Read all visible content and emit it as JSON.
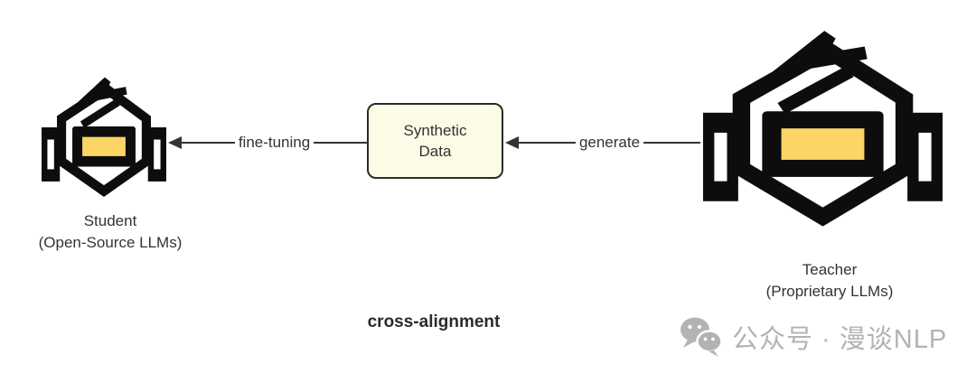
{
  "diagram": {
    "caption": "cross-alignment",
    "nodes": {
      "student": {
        "title": "Student",
        "subtitle": "(Open-Source LLMs)"
      },
      "teacher": {
        "title": "Teacher",
        "subtitle": "(Proprietary LLMs)"
      },
      "synthetic_data": {
        "line1": "Synthetic",
        "line2": "Data"
      }
    },
    "edges": {
      "data_to_student": {
        "label": "fine-tuning",
        "direction": "right-to-left"
      },
      "teacher_to_data": {
        "label": "generate",
        "direction": "right-to-left"
      }
    }
  },
  "watermark": {
    "icon": "wechat-icon",
    "text": "公众号 · 漫谈NLP"
  },
  "colors": {
    "background": "#ffffff",
    "icon_black": "#0d0d0d",
    "visor_yellow": "#fbd565",
    "box_background": "#fbfbe6",
    "box_border": "#2b2b2b",
    "arrow": "#333333",
    "label_text": "#333333",
    "watermark_gray": "#b3b3b3"
  }
}
